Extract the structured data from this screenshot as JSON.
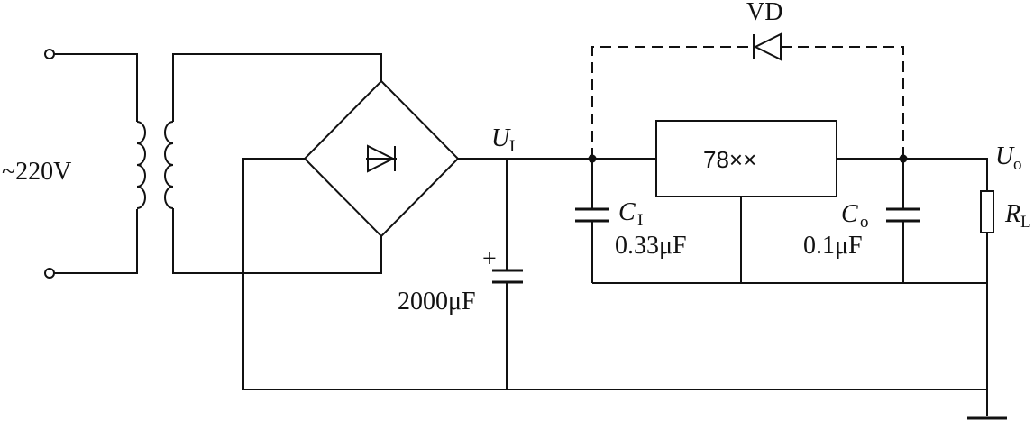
{
  "labels": {
    "ac_source": "~220V",
    "diode_vd": "VD",
    "input_voltage": {
      "symbol": "U",
      "subscript": "I"
    },
    "output_voltage": {
      "symbol": "U",
      "subscript": "o"
    },
    "regulator": "78××",
    "filter_cap_polarity": "+",
    "filter_cap_value": "2000μF",
    "input_cap": {
      "symbol": "C",
      "subscript": "I",
      "value": "0.33μF"
    },
    "output_cap": {
      "symbol": "C",
      "subscript": "o",
      "value": "0.1μF"
    },
    "load_resistor": {
      "symbol": "R",
      "subscript": "L"
    }
  }
}
